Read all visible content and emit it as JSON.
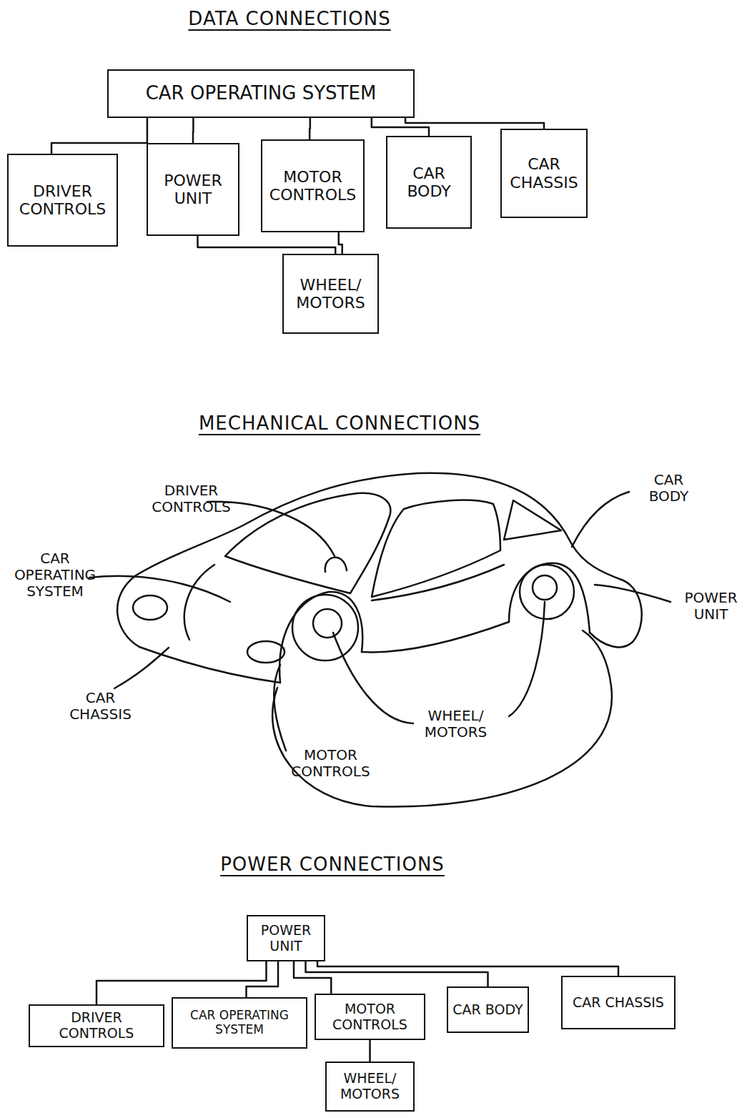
{
  "diagram": {
    "nodes": [
      {
        "text": [
          "CAR OPERATING SYSTEM"
        ]
      },
      {
        "text": [
          "DRIVER CONTROLS"
        ]
      },
      {
        "text": [
          "POWER UNIT"
        ]
      },
      {
        "text": [
          "MOTOR CONTROLS"
        ]
      },
      {
        "text": [
          "CAR BODY"
        ]
      },
      {
        "text": [
          "CAR CHASSIS"
        ]
      },
      {
        "text": [
          "WHEEL/ MOTORS"
        ]
      },
      {
        "text": [
          "POWER UNIT"
        ]
      },
      {
        "text": [
          "DRIVER CONTROLS"
        ]
      },
      {
        "text": [
          "CAR OPERATING SYSTEM"
        ]
      },
      {
        "text": [
          "MOTOR CONTROLS"
        ]
      },
      {
        "text": [
          "CAR BODY"
        ]
      },
      {
        "text": [
          "CAR CHASSIS"
        ]
      },
      {
        "text": [
          "WHEEL/ MOTORS"
        ]
      }
    ],
    "edges": [
      {
        "from": 0,
        "to": 1,
        "arrow": "none"
      },
      {
        "from": 0,
        "to": 2,
        "arrow": "none"
      },
      {
        "from": 0,
        "to": 3,
        "arrow": "none"
      },
      {
        "from": 0,
        "to": 4,
        "arrow": "none"
      },
      {
        "from": 0,
        "to": 5,
        "arrow": "none"
      },
      {
        "from": 2,
        "to": 6,
        "arrow": "none"
      },
      {
        "from": 3,
        "to": 6,
        "arrow": "none"
      },
      {
        "from": 7,
        "to": 8,
        "arrow": "none"
      },
      {
        "from": 7,
        "to": 9,
        "arrow": "none"
      },
      {
        "from": 7,
        "to": 10,
        "arrow": "none"
      },
      {
        "from": 7,
        "to": 11,
        "arrow": "none"
      },
      {
        "from": 7,
        "to": 12,
        "arrow": "none"
      },
      {
        "from": 10,
        "to": 13,
        "arrow": "none"
      }
    ],
    "labels": [
      "DATA CONNECTIONS",
      "MECHANICAL CONNECTIONS",
      "DRIVER CONTROLS",
      "CAR BODY",
      "CAR OPERATING SYSTEM",
      "POWER UNIT",
      "CAR CHASSIS",
      "WHEEL/ MOTORS",
      "MOTOR CONTROLS",
      "POWER CONNECTIONS"
    ]
  }
}
